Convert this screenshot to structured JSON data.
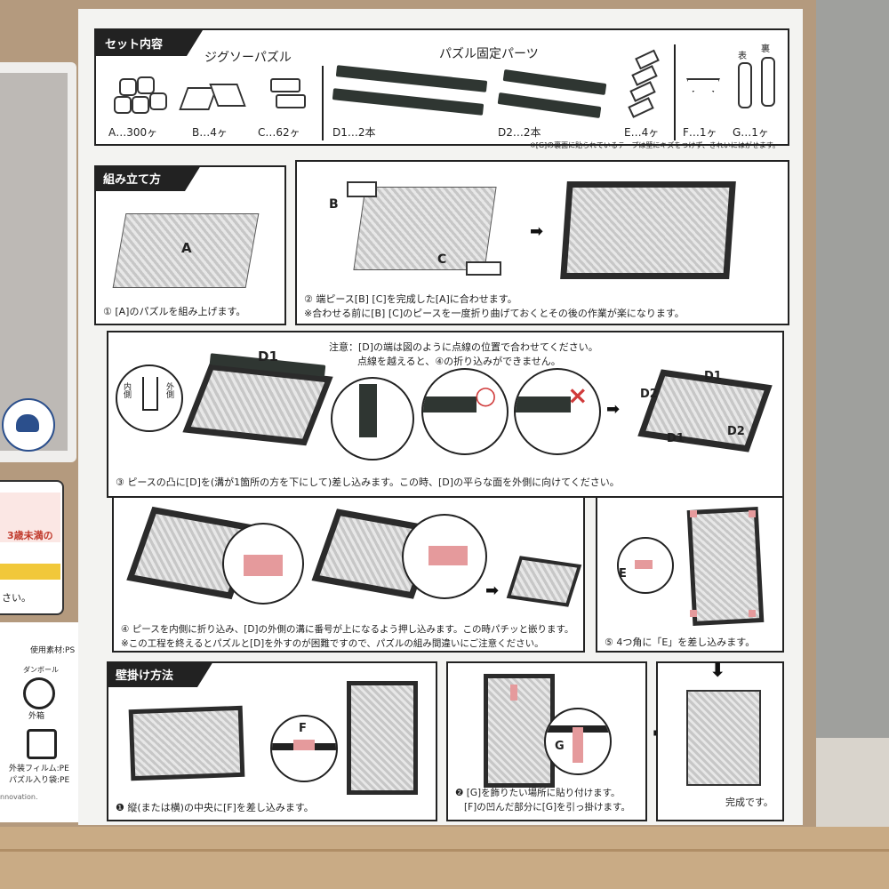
{
  "left": {
    "warning_text": "3歳未満の",
    "warning_tail": "さい。",
    "material_label": "使用素材:PS",
    "cardboard_label": "ダンボール",
    "outer_box_label": "外箱",
    "film_label": "外装フィルム:PE",
    "bag_label": "パズル入り袋:PE",
    "footer_fragment": "nnovation."
  },
  "contents": {
    "header": "セット内容",
    "jigsaw_title": "ジグソーパズル",
    "parts_title": "パズル固定パーツ",
    "face_label": "表",
    "back_label": "裏",
    "items": [
      "A…300ヶ",
      "B…4ヶ",
      "C…62ヶ",
      "D1…2本",
      "D2…2本",
      "E…4ヶ",
      "F…1ヶ",
      "G…1ヶ"
    ],
    "note": "※[G]の裏面に貼られているテープは壁にキズをつけず、きれいにはがせます。"
  },
  "assembly": {
    "header": "組み立て方",
    "labels": {
      "a": "A",
      "b": "B",
      "c": "C",
      "d1": "D1",
      "d2": "D2",
      "e": "E",
      "inner": "内側",
      "outer": "外側"
    },
    "step1": "① [A]のパズルを組み上げます。",
    "step2_line1": "② 端ピース[B] [C]を完成した[A]に合わせます。",
    "step2_line2": "※合わせる前に[B] [C]のピースを一度折り曲げておくとその後の作業が楽になります。",
    "note_line1": "注意：[D]の端は図のように点線の位置で合わせてください。",
    "note_line2": "点線を越えると、④の折り込みができません。",
    "step3": "③ ピースの凸に[D]を(溝が1箇所の方を下にして)差し込みます。この時、[D]の平らな面を外側に向けてください。",
    "ok_mark": "○",
    "ng_mark": "×",
    "step4_line1": "④ ピースを内側に折り込み、[D]の外側の溝に番号が上になるよう押し込みます。この時パチッと嵌ります。",
    "step4_line2": "※この工程を終えるとパズルと[D]を外すのが困難ですので、パズルの組み間違いにご注意ください。",
    "step5": "⑤ 4つ角に「E」を差し込みます。"
  },
  "hanging": {
    "header": "壁掛け方法",
    "label_f": "F",
    "label_g": "G",
    "step1": "❶ 縦(または横)の中央に[F]を差し込みます。",
    "step2_line1": "❷ [G]を飾りたい場所に貼り付けます。",
    "step2_line2": "[F]の凹んだ部分に[G]を引っ掛けます。",
    "done": "完成です。"
  },
  "colors": {
    "ink": "#222222",
    "accent_pink": "#e59a9c",
    "bar": "#2f3632",
    "warn_yellow": "#f1c83a",
    "warn_red": "#d03b3b"
  }
}
